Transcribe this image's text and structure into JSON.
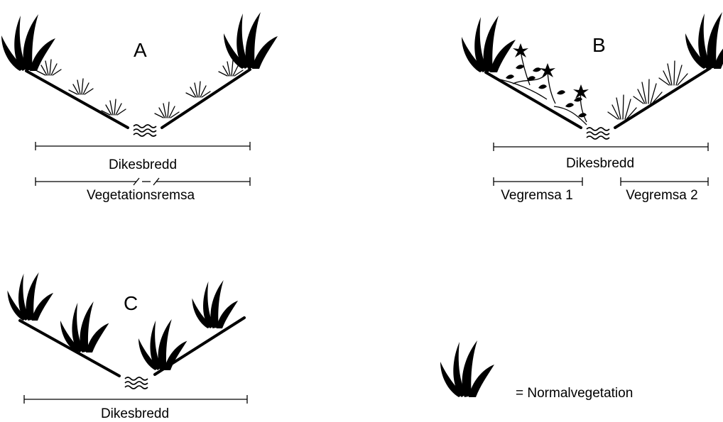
{
  "panels": {
    "a": {
      "letter": "A",
      "width_label": "Dikesbredd",
      "strip_label": "Vegetationsremsa"
    },
    "b": {
      "letter": "B",
      "width_label": "Dikesbredd",
      "strip_label_1": "Vegremsa 1",
      "strip_label_2": "Vegremsa 2"
    },
    "c": {
      "letter": "C",
      "width_label": "Dikesbredd"
    }
  },
  "legend": {
    "label": "= Normalvegetation",
    "icon": "normal-vegetation-tuft-icon"
  },
  "colors": {
    "ink": "#000000",
    "background": "#ffffff"
  }
}
